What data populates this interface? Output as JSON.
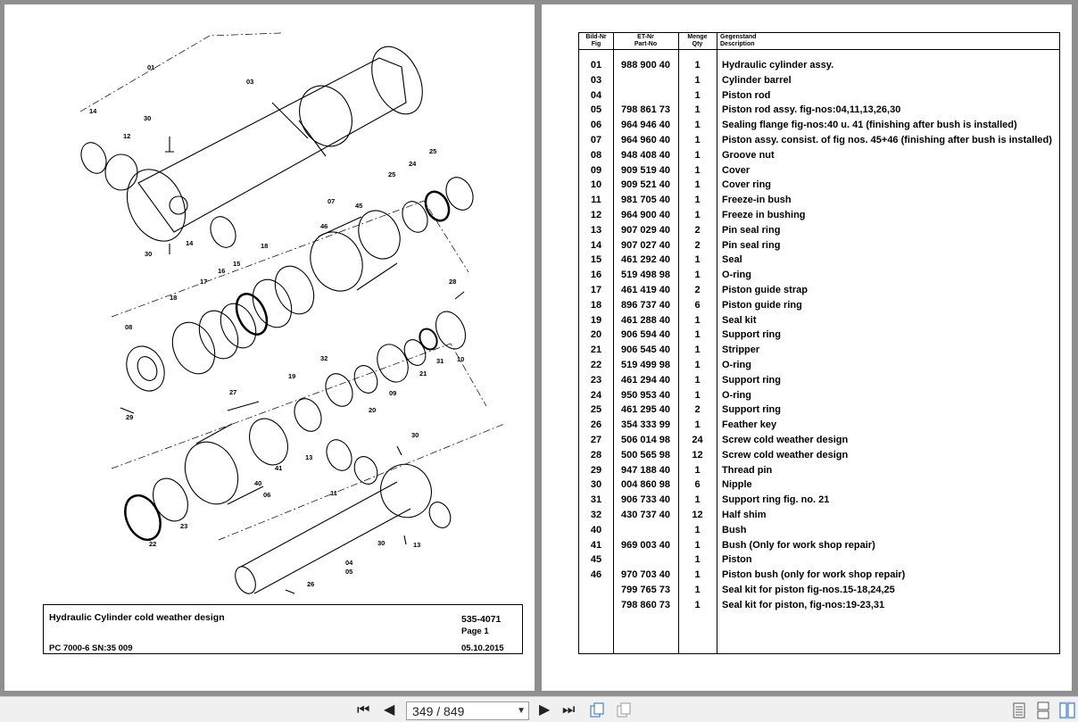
{
  "drawing": {
    "callouts": [
      "01",
      "03",
      "14",
      "30",
      "12",
      "25",
      "24",
      "25",
      "07",
      "46",
      "45",
      "18",
      "15",
      "16",
      "17",
      "18",
      "08",
      "28",
      "32",
      "19",
      "20",
      "09",
      "21",
      "31",
      "10",
      "27",
      "29",
      "30",
      "13",
      "11",
      "41",
      "40",
      "06",
      "22",
      "23",
      "04",
      "05",
      "30",
      "13",
      "26",
      "14",
      "30"
    ],
    "title_block": {
      "title": "Hydraulic Cylinder cold weather design",
      "doc_number": "535-4071",
      "page": "Page 1",
      "model": "PC 7000-6 SN:35 009",
      "date": "05.10.2015"
    }
  },
  "parts_table": {
    "headers": {
      "fig_de": "Bild-Nr",
      "fig_en": "Fig",
      "part_de": "ET-Nr",
      "part_en": "Part-No",
      "qty_de": "Menge",
      "qty_en": "Qty",
      "desc_de": "Gegenstand",
      "desc_en": "Description"
    },
    "rows": [
      {
        "fig": "01",
        "part": "988 900 40",
        "qty": "1",
        "desc": "Hydraulic cylinder assy."
      },
      {
        "fig": "03",
        "part": "",
        "qty": "1",
        "desc": "Cylinder barrel"
      },
      {
        "fig": "04",
        "part": "",
        "qty": "1",
        "desc": "Piston rod"
      },
      {
        "fig": "05",
        "part": "798 861 73",
        "qty": "1",
        "desc": "Piston rod assy. fig-nos:04,11,13,26,30"
      },
      {
        "fig": "06",
        "part": "964 946 40",
        "qty": "1",
        "desc": "Sealing flange fig-nos:40 u. 41 (finishing after bush is installed)"
      },
      {
        "fig": "07",
        "part": "964 960 40",
        "qty": "1",
        "desc": "Piston assy. consist. of fig nos. 45+46 (finishing after bush is installed)"
      },
      {
        "fig": "08",
        "part": "948 408 40",
        "qty": "1",
        "desc": "Groove nut"
      },
      {
        "fig": "09",
        "part": "909 519 40",
        "qty": "1",
        "desc": "Cover"
      },
      {
        "fig": "10",
        "part": "909 521 40",
        "qty": "1",
        "desc": "Cover ring"
      },
      {
        "fig": "11",
        "part": "981 705 40",
        "qty": "1",
        "desc": "Freeze-in bush"
      },
      {
        "fig": "12",
        "part": "964 900 40",
        "qty": "1",
        "desc": "Freeze in bushing"
      },
      {
        "fig": "13",
        "part": "907 029 40",
        "qty": "2",
        "desc": "Pin seal ring"
      },
      {
        "fig": "14",
        "part": "907 027 40",
        "qty": "2",
        "desc": "Pin seal ring"
      },
      {
        "fig": "15",
        "part": "461 292 40",
        "qty": "1",
        "desc": "Seal"
      },
      {
        "fig": "16",
        "part": "519 498 98",
        "qty": "1",
        "desc": "O-ring"
      },
      {
        "fig": "17",
        "part": "461 419 40",
        "qty": "2",
        "desc": "Piston guide strap"
      },
      {
        "fig": "18",
        "part": "896 737 40",
        "qty": "6",
        "desc": "Piston guide ring"
      },
      {
        "fig": "19",
        "part": "461 288 40",
        "qty": "1",
        "desc": "Seal kit"
      },
      {
        "fig": "20",
        "part": "906 594 40",
        "qty": "1",
        "desc": "Support ring"
      },
      {
        "fig": "21",
        "part": "906 545 40",
        "qty": "1",
        "desc": "Stripper"
      },
      {
        "fig": "22",
        "part": "519 499 98",
        "qty": "1",
        "desc": "O-ring"
      },
      {
        "fig": "23",
        "part": "461 294 40",
        "qty": "1",
        "desc": "Support ring"
      },
      {
        "fig": "24",
        "part": "950 953 40",
        "qty": "1",
        "desc": "O-ring"
      },
      {
        "fig": "25",
        "part": "461 295 40",
        "qty": "2",
        "desc": "Support ring"
      },
      {
        "fig": "26",
        "part": "354 333 99",
        "qty": "1",
        "desc": "Feather key"
      },
      {
        "fig": "27",
        "part": "506 014 98",
        "qty": "24",
        "desc": "Screw cold weather design"
      },
      {
        "fig": "28",
        "part": "500 565 98",
        "qty": "12",
        "desc": "Screw cold weather design"
      },
      {
        "fig": "29",
        "part": "947 188 40",
        "qty": "1",
        "desc": "Thread pin"
      },
      {
        "fig": "30",
        "part": "004 860 98",
        "qty": "6",
        "desc": "Nipple"
      },
      {
        "fig": "31",
        "part": "906 733 40",
        "qty": "1",
        "desc": "Support ring fig. no. 21"
      },
      {
        "fig": "32",
        "part": "430 737 40",
        "qty": "12",
        "desc": "Half shim"
      },
      {
        "fig": "40",
        "part": "",
        "qty": "1",
        "desc": "Bush"
      },
      {
        "fig": "41",
        "part": "969 003 40",
        "qty": "1",
        "desc": "Bush (Only for work shop repair)"
      },
      {
        "fig": "45",
        "part": "",
        "qty": "1",
        "desc": "Piston"
      },
      {
        "fig": "46",
        "part": "970 703 40",
        "qty": "1",
        "desc": "Piston bush (only for work shop repair)"
      },
      {
        "fig": "",
        "part": "799 765 73",
        "qty": "1",
        "desc": "Seal kit for piston fig-nos.15-18,24,25"
      },
      {
        "fig": "",
        "part": "798 860 73",
        "qty": "1",
        "desc": "Seal kit for piston, fig-nos:19-23,31"
      }
    ]
  },
  "toolbar": {
    "first_icon": "first-page-icon",
    "prev_icon": "previous-page-icon",
    "page_value": "349 / 849",
    "next_icon": "next-page-icon",
    "last_icon": "last-page-icon",
    "rotate_icon": "page-layout-icon",
    "view_icons": [
      "single-page-view-icon",
      "continuous-view-icon",
      "two-page-view-icon"
    ]
  }
}
